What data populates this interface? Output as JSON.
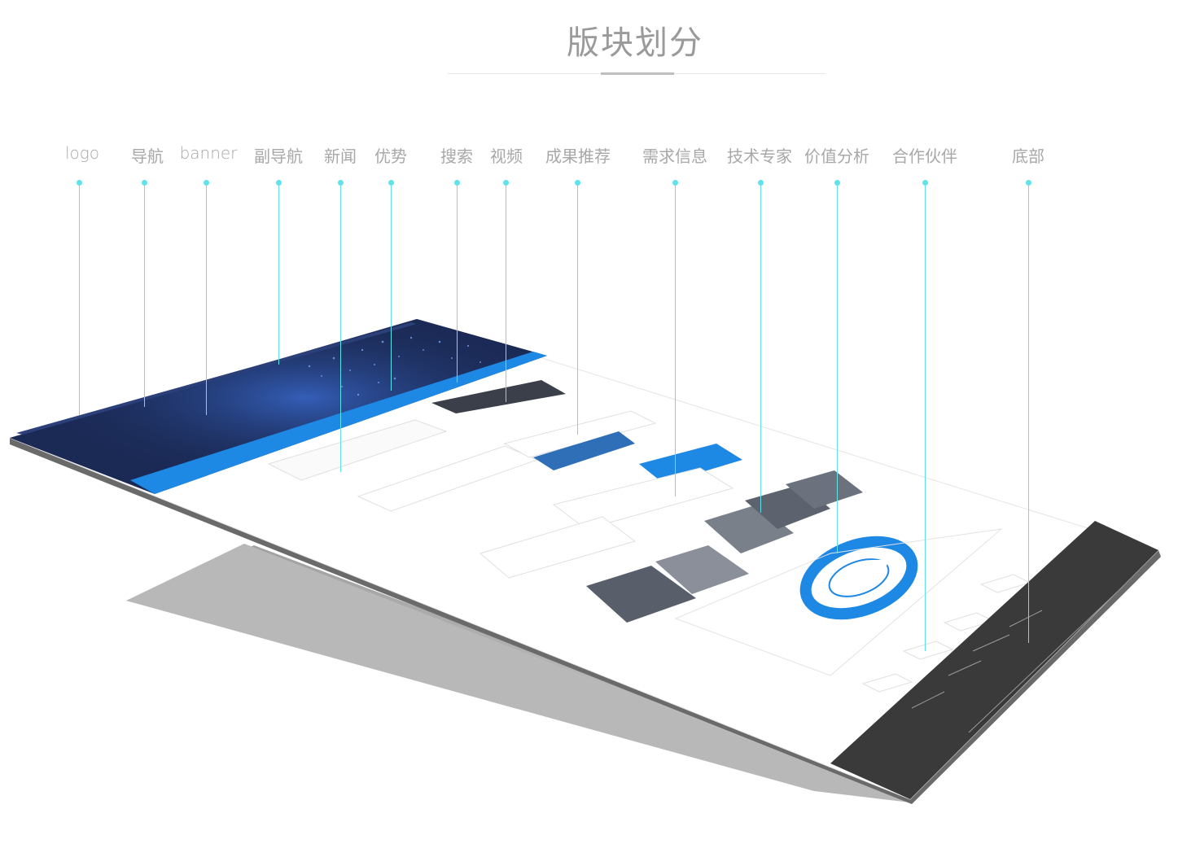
{
  "heading": "版块划分",
  "labels": [
    {
      "key": "logo",
      "text": "logo"
    },
    {
      "key": "nav",
      "text": "导航"
    },
    {
      "key": "banner",
      "text": "banner"
    },
    {
      "key": "subnav",
      "text": "副导航"
    },
    {
      "key": "news",
      "text": "新闻"
    },
    {
      "key": "advantage",
      "text": "优势"
    },
    {
      "key": "search",
      "text": "搜索"
    },
    {
      "key": "video",
      "text": "视频"
    },
    {
      "key": "results",
      "text": "成果推荐"
    },
    {
      "key": "demand",
      "text": "需求信息"
    },
    {
      "key": "experts",
      "text": "技术专家"
    },
    {
      "key": "value",
      "text": "价值分析"
    },
    {
      "key": "partners",
      "text": "合作伙伴"
    },
    {
      "key": "footer",
      "text": "底部"
    }
  ],
  "colors": {
    "leader": "#5fe3ea",
    "banner_dark": "#1b2a55",
    "accent_blue": "#1e88e5",
    "footer_dark": "#3a3a3a",
    "shadow": "#b3b3b3"
  }
}
